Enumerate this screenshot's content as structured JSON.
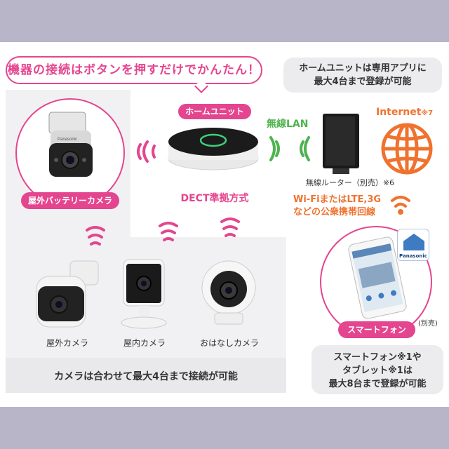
{
  "callout_main": "機器の接続はボタンを押すだけでかんたん！",
  "info_home_unit": [
    "ホームユニットは専用アプリに",
    "最大4台まで登録が可能"
  ],
  "home_unit_label": "ホームユニット",
  "wireless_lan_label": "無線LAN",
  "internet_label": "Internet",
  "internet_note": "※7",
  "router_label": "無線ルーター（別売）※6",
  "dect_label": "DECT準拠方式",
  "mobile_network": [
    "Wi-FiまたはLTE,3G",
    "などの公衆携帯回線"
  ],
  "outdoor_battery_camera_label": "屋外バッテリーカメラ",
  "brand_label": "Panasonic",
  "cameras": [
    {
      "label": "屋外カメラ"
    },
    {
      "label": "屋内カメラ"
    },
    {
      "label": "おはなしカメラ"
    }
  ],
  "camera_limit_text": "カメラは合わせて最大4台まで接続が可能",
  "smartphone_label": "スマートフォン",
  "smartphone_note": "(別売)",
  "info_smartphone": [
    "スマートフォン※1や",
    "タブレット※1は",
    "最大8台まで登録が可能"
  ],
  "colors": {
    "accent_pink": "#e4458f",
    "wifi_green": "#4fb34f",
    "internet_orange": "#f0722f",
    "band": "#b8b5c9"
  }
}
